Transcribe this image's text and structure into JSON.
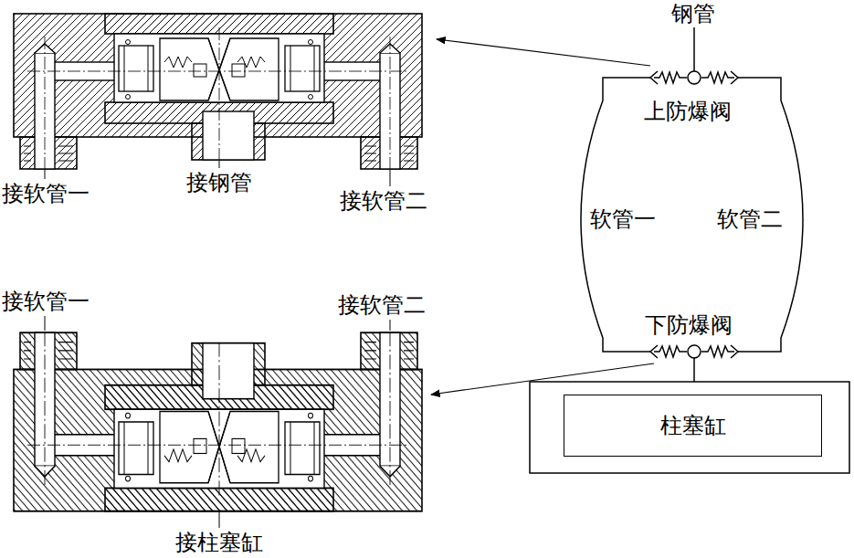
{
  "diagram": {
    "nodes": [
      {
        "text": [
          "柱塞缸"
        ]
      }
    ],
    "labels": [
      "钢管",
      "上防爆阀",
      "软管一",
      "软管二",
      "下防爆阀",
      "接软管一",
      "接钢管",
      "接软管二",
      "接软管一",
      "接软管二",
      "接柱塞缸"
    ]
  }
}
